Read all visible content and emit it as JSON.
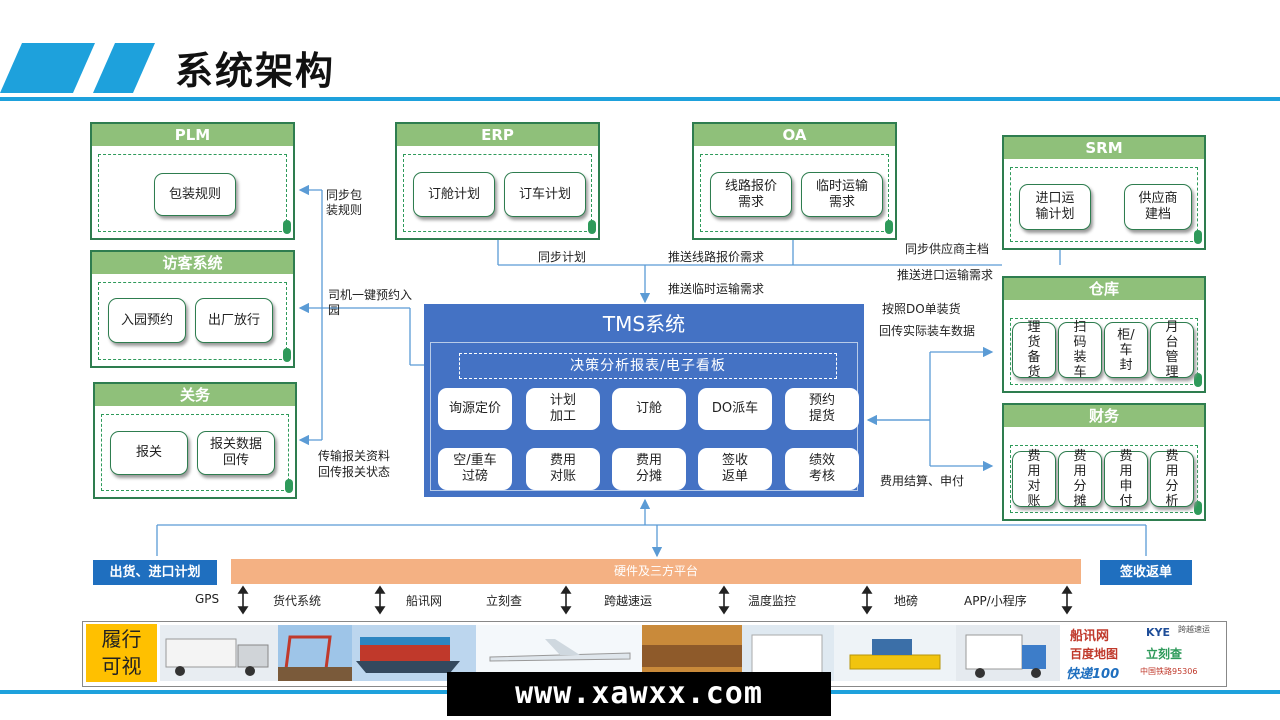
{
  "title": "系统架构",
  "systems": {
    "plm": {
      "name": "PLM",
      "modules": [
        "包装规则"
      ]
    },
    "erp": {
      "name": "ERP",
      "modules": [
        "订舱计划",
        "订车计划"
      ]
    },
    "oa": {
      "name": "OA",
      "modules": [
        "线路报价\n需求",
        "临时运输\n需求"
      ]
    },
    "srm": {
      "name": "SRM",
      "modules": [
        "进口运\n输计划",
        "供应商\n建档"
      ]
    },
    "visitor": {
      "name": "访客系统",
      "modules": [
        "入园预约",
        "出厂放行"
      ]
    },
    "customs": {
      "name": "关务",
      "modules": [
        "报关",
        "报关数据\n回传"
      ]
    },
    "warehouse": {
      "name": "仓库",
      "modules": [
        "理\n货\n备\n货",
        "扫\n码\n装\n车",
        "柜/\n车\n封",
        "月\n台\n管\n理"
      ]
    },
    "finance": {
      "name": "财务",
      "modules": [
        "费\n用\n对\n账",
        "费\n用\n分\n摊",
        "费\n用\n申\n付",
        "费\n用\n分\n析"
      ]
    }
  },
  "flows": {
    "sync_packaging": "同步包\n装规则",
    "driver_reserve": "司机一键预约入\n园",
    "customs_feedback": "传输报关资料\n回传报关状态",
    "sync_plan": "同步计划",
    "push_route_quote": "推送线路报价需求",
    "push_temp_transport": "推送临时运输需求",
    "sync_supplier": "同步供应商主档",
    "push_import": "推送进口运输需求",
    "do_loading": "按照DO单装货",
    "loading_feedback": "回传实际装车数据",
    "fee_settlement": "费用结算、申付"
  },
  "tms": {
    "title": "TMS系统",
    "dashboard": "决策分析报表/电子看板",
    "row1": [
      "询源定价",
      "计划\n加工",
      "订舱",
      "DO派车",
      "预约\n提货"
    ],
    "row2": [
      "空/重车\n过磅",
      "费用\n对账",
      "费用\n分摊",
      "签收\n返单",
      "绩效\n考核"
    ]
  },
  "bottom": {
    "left_button": "出货、进口计划",
    "right_button": "签收返单",
    "platform": "硬件及三方平台",
    "platform_items": [
      "GPS",
      "货代系统",
      "船讯网",
      "立刻查",
      "跨越速运",
      "温度监控",
      "地磅",
      "APP/小程序"
    ]
  },
  "visual": {
    "label": "履行\n可视",
    "logos": [
      "船讯网",
      "KYE",
      "跨越速运",
      "百度地图",
      "立刻查",
      "快递100",
      "中国铁路95306"
    ]
  },
  "watermark": "www.xawxx.com",
  "colors": {
    "accent": "#1ea1dc",
    "header_green": "#8fc07a",
    "tms_blue": "#4472c4",
    "platform_orange": "#f4b183",
    "button_blue": "#1f6fbf",
    "highlight_yellow": "#ffc000"
  }
}
